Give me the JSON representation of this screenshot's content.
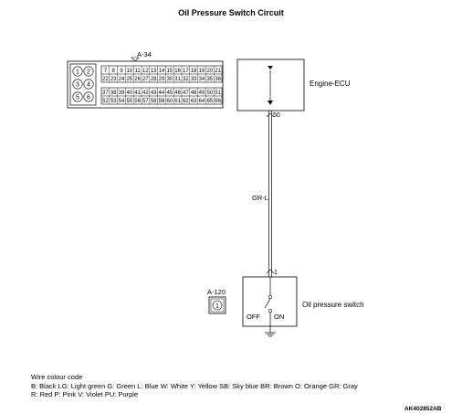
{
  "title": "Oil Pressure Switch Circuit",
  "connector_a34": {
    "label": "A-34",
    "left_pins": [
      "1",
      "2",
      "3",
      "4",
      "5",
      "6"
    ],
    "top_row1": [
      "7",
      "8",
      "9",
      "10",
      "11",
      "12",
      "13",
      "14",
      "15",
      "16",
      "17",
      "18",
      "19",
      "20",
      "21"
    ],
    "top_row2": [
      "22",
      "23",
      "24",
      "25",
      "26",
      "27",
      "28",
      "29",
      "30",
      "31",
      "32",
      "33",
      "34",
      "35",
      "36"
    ],
    "bottom_row1": [
      "37",
      "38",
      "39",
      "40",
      "41",
      "42",
      "43",
      "44",
      "45",
      "46",
      "47",
      "48",
      "49",
      "50",
      "51"
    ],
    "bottom_row2": [
      "52",
      "53",
      "54",
      "55",
      "56",
      "57",
      "58",
      "59",
      "60",
      "61",
      "62",
      "63",
      "64",
      "65",
      "66"
    ]
  },
  "ecu": {
    "label": "Engine-ECU",
    "pin": "50"
  },
  "wire": {
    "color_code": "GR-L"
  },
  "switch": {
    "label": "Oil pressure switch",
    "pin": "1",
    "off_label": "OFF",
    "on_label": "ON"
  },
  "connector_a120": {
    "label": "A-120",
    "pin": "1"
  },
  "legend": {
    "title": "Wire colour code",
    "line1": "B: Black  LG: Light green  G: Green  L: Blue  W: White  Y: Yellow  SB: Sky blue  BR: Brown  O: Orange  GR: Gray",
    "line2": "R: Red  P: Pink  V: Violet  PU: Purple"
  },
  "figure_code": "AK402852AB"
}
